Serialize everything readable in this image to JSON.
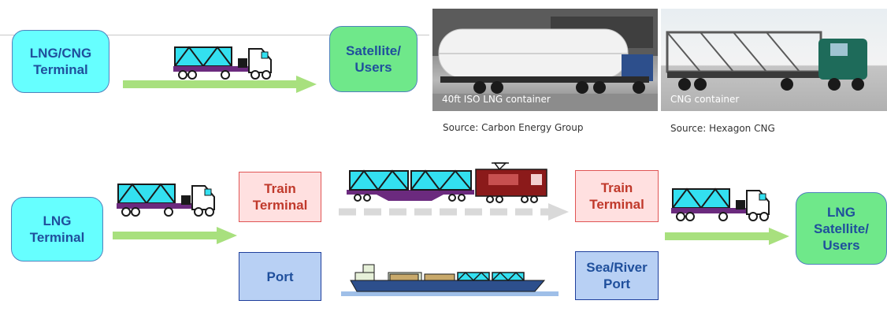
{
  "colors": {
    "terminal_fill": "#66ffff",
    "users_fill": "#6fe88a",
    "train_terminal_fill": "#ffe0e0",
    "train_terminal_text": "#c0392b",
    "port_fill": "#b8d0f4",
    "text_blue": "#1f4f9c",
    "arrow_green": "#a8e07e",
    "arrow_gray": "#d9d9d9",
    "container_cyan": "#33e0f0",
    "trailer_purple": "#6b2a7e",
    "locomotive_red": "#8b1a1a"
  },
  "top_row": {
    "source_box": "LNG/CNG\nTerminal",
    "dest_box": "Satellite/\nUsers",
    "photo_left_caption": "40ft ISO LNG container",
    "photo_left_source": "Source: Carbon Energy Group",
    "photo_right_caption": "CNG container",
    "photo_right_source": "Source: Hexagon CNG"
  },
  "bottom_row": {
    "source_box": "LNG\nTerminal",
    "train_terminal_left": "Train\nTerminal",
    "train_terminal_right": "Train\nTerminal",
    "port_left": "Port",
    "port_right": "Sea/River\nPort",
    "dest_box": "LNG\nSatellite/\nUsers"
  },
  "icons": {
    "truck": "container-truck-icon",
    "train": "container-train-icon",
    "ship": "container-ship-icon",
    "arrow": "flow-arrow-icon"
  }
}
